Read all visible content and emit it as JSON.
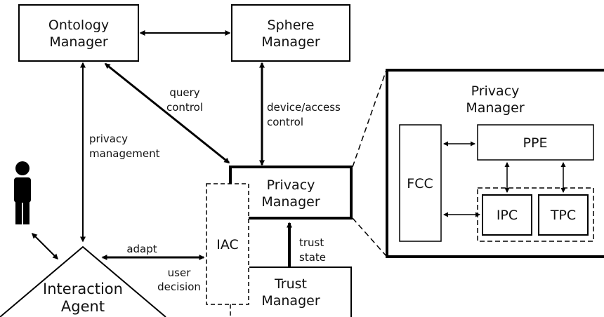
{
  "nodes": {
    "ontology_manager": [
      "Ontology",
      "Manager"
    ],
    "sphere_manager": [
      "Sphere",
      "Manager"
    ],
    "privacy_manager": [
      "Privacy",
      "Manager"
    ],
    "trust_manager": [
      "Trust",
      "Manager"
    ],
    "interaction_agent": [
      "Interaction",
      "Agent"
    ],
    "iac": "IAC"
  },
  "edges": {
    "query_control": [
      "query",
      "control"
    ],
    "device_access_control": [
      "device/access",
      "control"
    ],
    "privacy_management": [
      "privacy",
      "management"
    ],
    "adapt": "adapt",
    "user_decision": [
      "user",
      "decision"
    ],
    "trust_state": [
      "trust",
      "state"
    ]
  },
  "detail": {
    "title": [
      "Privacy",
      "Manager"
    ],
    "ppe": "PPE",
    "fcc": "FCC",
    "ipc": "IPC",
    "tpc": "TPC"
  },
  "icons": {
    "user": "person-icon"
  }
}
